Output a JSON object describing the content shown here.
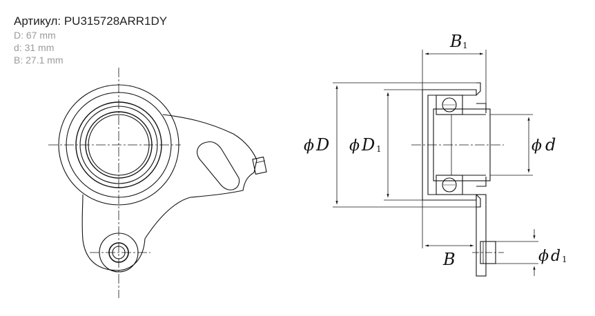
{
  "header": {
    "title": "Артикул: PU315728ARR1DY",
    "specs": [
      {
        "text": "D: 67 mm"
      },
      {
        "text": "d: 31 mm"
      },
      {
        "text": "B: 27.1 mm"
      }
    ]
  },
  "drawing_labels": {
    "phi": "ϕ",
    "D": "D",
    "D1": "D",
    "D1_sub": "1",
    "d": "d",
    "d1": "d",
    "d1_sub": "1",
    "B": "B",
    "B1": "B",
    "B1_sub": "1"
  }
}
